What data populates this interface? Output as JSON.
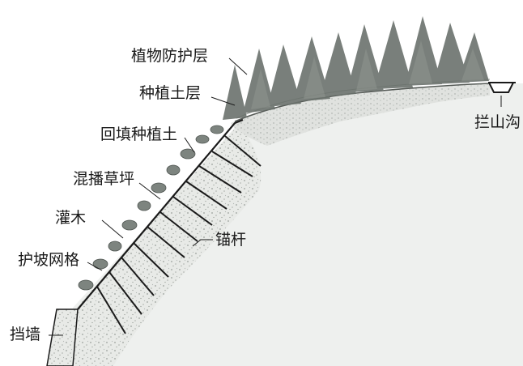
{
  "labels": {
    "vegetation_layer": "植物防护层",
    "planting_soil_layer": "种植土层",
    "backfill_planting_soil": "回填种植土",
    "mixed_seeding_lawn": "混播草坪",
    "shrub": "灌木",
    "slope_protection_grid": "护坡网格",
    "retaining_wall": "挡墙",
    "anchor_rod": "锚杆",
    "intercepting_ditch": "拦山沟"
  },
  "colors": {
    "hillside": "#eef0ee",
    "gravel_fill": "#e4e6e3",
    "soil_band": "#dcdedb",
    "tree": "#6b726d",
    "line": "#1a1a1a"
  }
}
